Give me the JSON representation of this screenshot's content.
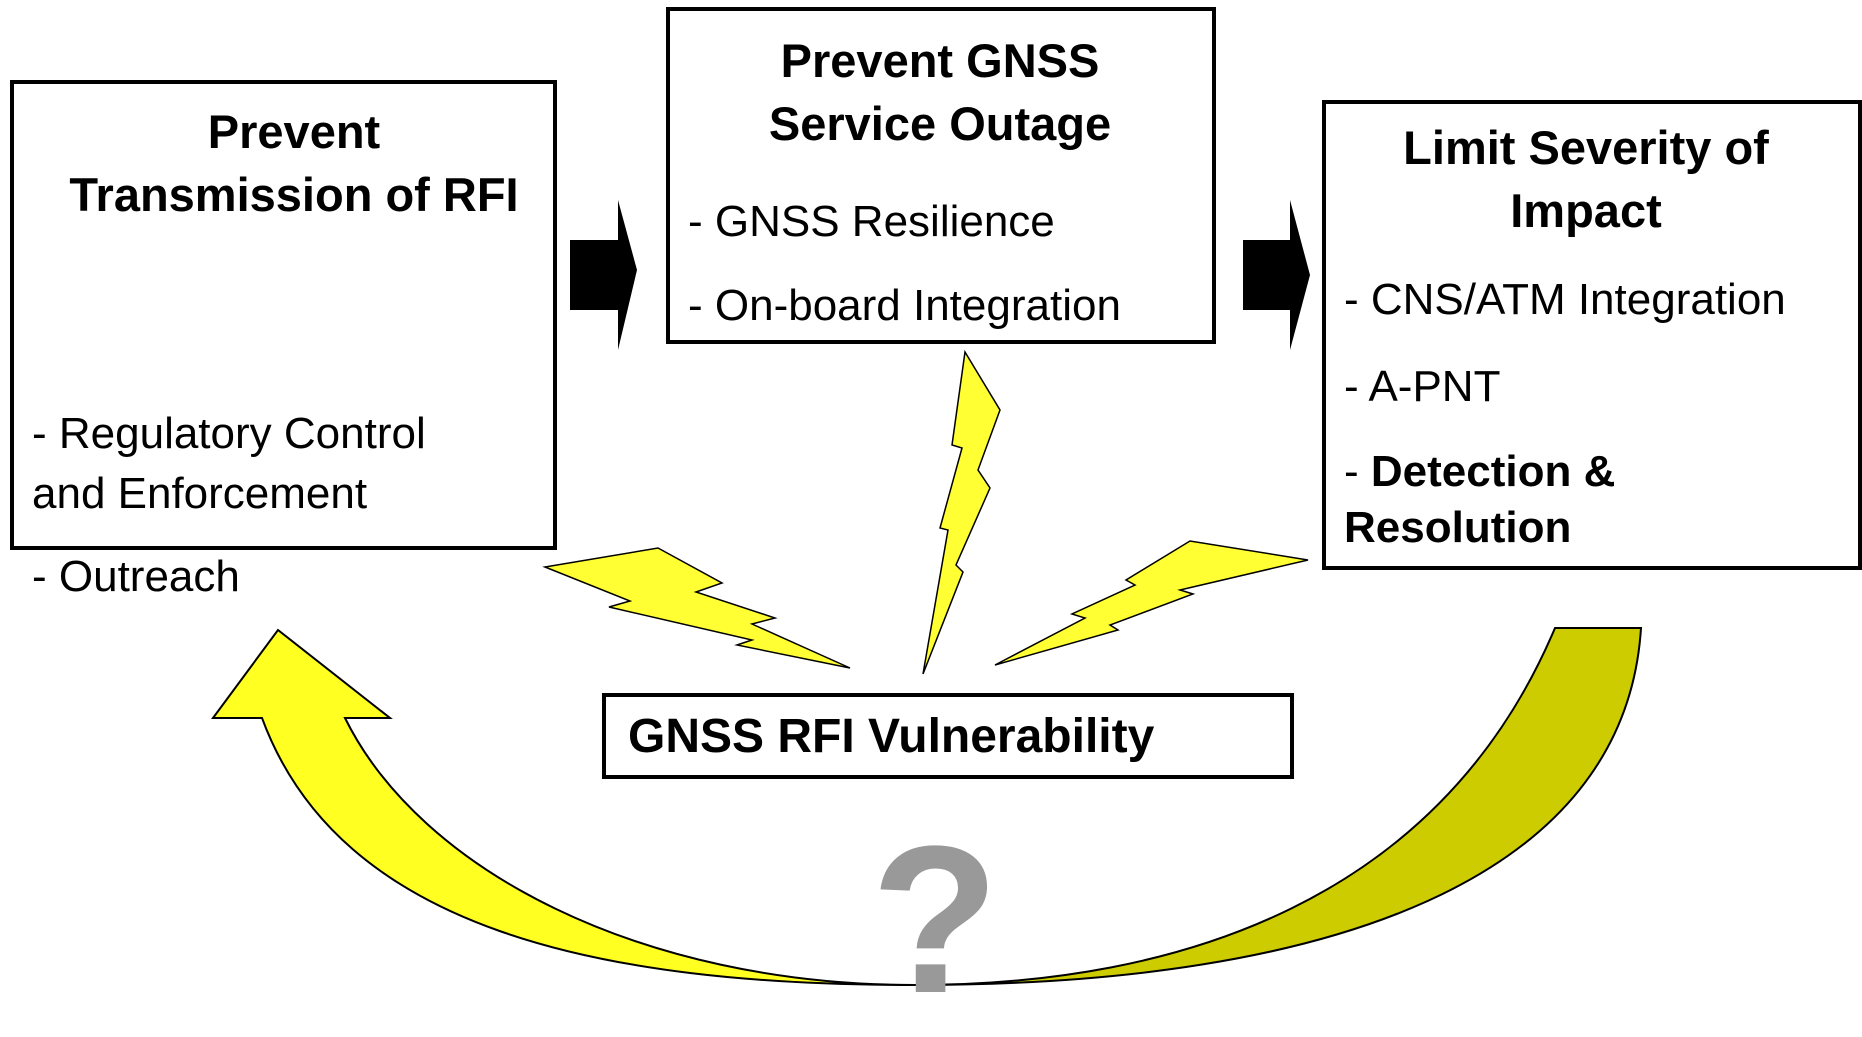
{
  "boxes": {
    "prevent_transmission": {
      "title": "Prevent Transmission of RFI",
      "items": [
        "- Regulatory Control and Enforcement",
        "- Outreach"
      ]
    },
    "prevent_outage": {
      "title": "Prevent GNSS Service Outage",
      "items": [
        "- GNSS Resilience",
        "- On-board Integration"
      ]
    },
    "limit_severity": {
      "title": "Limit Severity of Impact",
      "items": [
        "- CNS/ATM Integration",
        "- A-PNT"
      ],
      "detection_dash": "- ",
      "detection_label": "Detection & Resolution"
    },
    "vulnerability": {
      "label": "GNSS RFI Vulnerability"
    }
  },
  "question_mark": "?",
  "colors": {
    "lightning": "#FFFF33",
    "curved_arrow_left": "#FFFF22",
    "curved_arrow_right": "#CCCC00",
    "question_mark": "#999999",
    "block_arrow": "#000000"
  }
}
